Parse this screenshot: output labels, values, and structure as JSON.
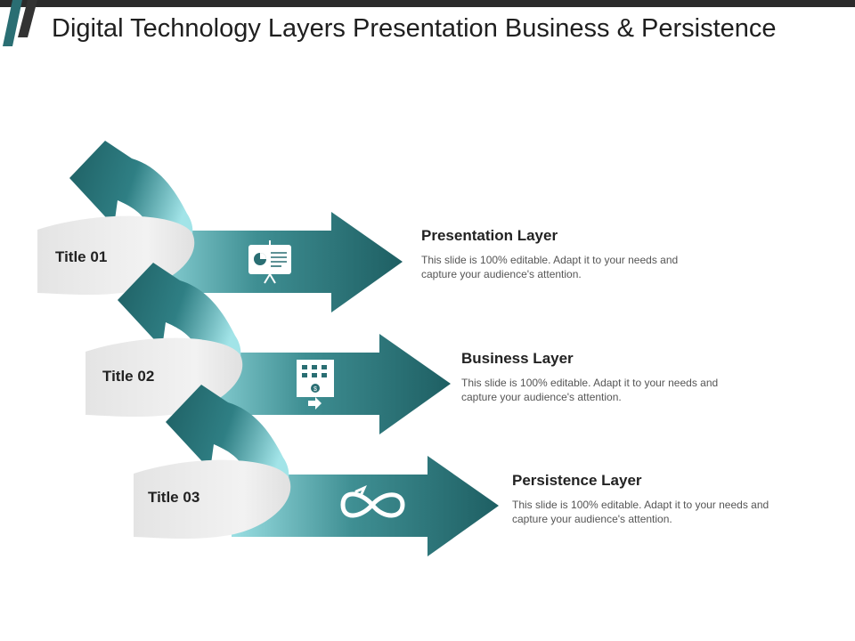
{
  "slide": {
    "title": "Digital Technology Layers Presentation Business & Persistence"
  },
  "colors": {
    "teal_dark": "#1e5f63",
    "teal_light": "#8ad6dc",
    "ribbon_gray": "#ececec",
    "top_bar": "#2b2b2b"
  },
  "layers": [
    {
      "label": "Title 01",
      "heading": "Presentation Layer",
      "description": "This slide is 100% editable. Adapt it to your needs and capture your audience's attention.",
      "icon": "presentation-board-icon"
    },
    {
      "label": "Title 02",
      "heading": "Business Layer",
      "description": "This slide is 100% editable. Adapt it to your needs and capture your audience's attention.",
      "icon": "building-dollar-icon"
    },
    {
      "label": "Title 03",
      "heading": "Persistence Layer",
      "description": "This slide is 100% editable. Adapt it to your needs and capture your audience's attention.",
      "icon": "infinity-loop-icon"
    }
  ]
}
